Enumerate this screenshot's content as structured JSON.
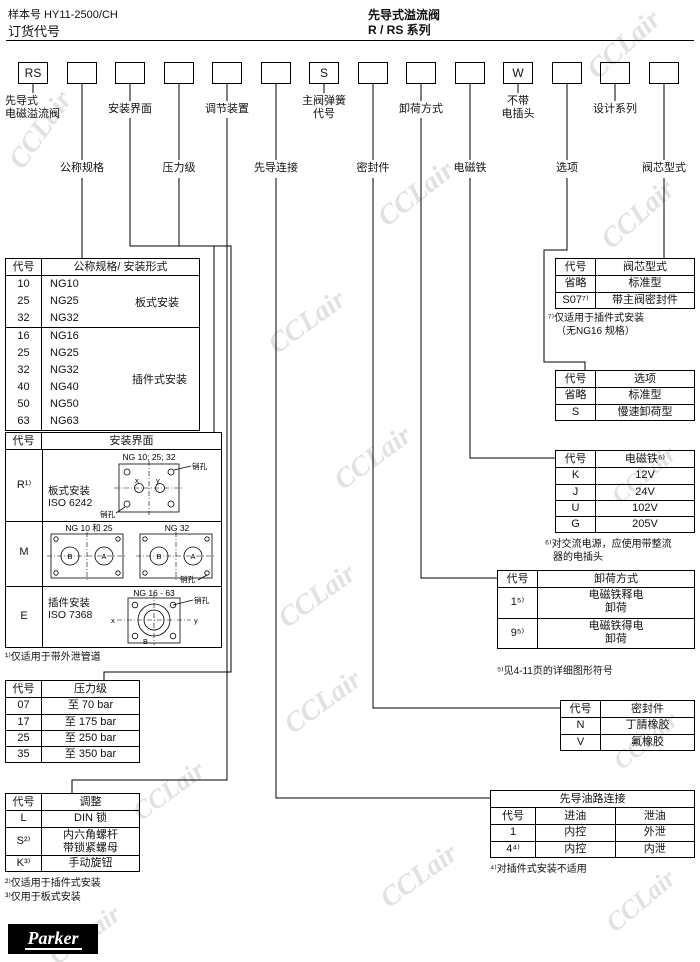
{
  "header": {
    "catalog_no": "样本号 HY11-2500/CH",
    "doc_title": "订货代号",
    "product_title": "先导式溢流阀",
    "series_title": "R / RS 系列"
  },
  "watermark": {
    "text": "CCLair"
  },
  "logo": {
    "text": "Parker"
  },
  "code_boxes": [
    {
      "value": "RS"
    },
    {
      "value": ""
    },
    {
      "value": ""
    },
    {
      "value": ""
    },
    {
      "value": ""
    },
    {
      "value": ""
    },
    {
      "value": "S"
    },
    {
      "value": ""
    },
    {
      "value": ""
    },
    {
      "value": ""
    },
    {
      "value": "W"
    },
    {
      "value": ""
    },
    {
      "value": ""
    },
    {
      "value": ""
    }
  ],
  "field_labels": {
    "pilot_line1": "先导式",
    "pilot_line2": "电磁溢流阀",
    "size": "公称规格",
    "mount": "安装界面",
    "pressure": "压力级",
    "adjust": "调节装置",
    "pilot_conn": "先导连接",
    "spring_line1": "主阀弹簧",
    "spring_line2": "代号",
    "seal": "密封件",
    "vent": "卸荷方式",
    "solenoid": "电磁铁",
    "noplug_line1": "不带",
    "noplug_line2": "电插头",
    "option": "选项",
    "design": "设计系列",
    "spool": "阀芯型式"
  },
  "size_table": {
    "h_code": "代号",
    "h_spec": "公称规格/ 安装形式",
    "group1": {
      "label": "板式安装",
      "rows": [
        [
          "10",
          "NG10"
        ],
        [
          "25",
          "NG25"
        ],
        [
          "32",
          "NG32"
        ]
      ]
    },
    "group2": {
      "label": "插件式安装",
      "rows": [
        [
          "16",
          "NG16"
        ],
        [
          "25",
          "NG25"
        ],
        [
          "32",
          "NG32"
        ],
        [
          "40",
          "NG40"
        ],
        [
          "50",
          "NG50"
        ],
        [
          "63",
          "NG63"
        ]
      ]
    }
  },
  "mount_table": {
    "h_code": "代号",
    "h_title": "安装界面",
    "row_r": {
      "code": "R¹⁾",
      "text1": "板式安装",
      "text2": "ISO 6242",
      "diagram_label": "NG 10; 25; 32"
    },
    "row_m": {
      "code": "M",
      "diagram1_label": "NG 10 和 25",
      "diagram2_label": "NG 32"
    },
    "row_e": {
      "code": "E",
      "text1": "插件安装",
      "text2": "ISO 7368",
      "diagram_label": "NG 16 - 63"
    },
    "pin_hole": "销孔",
    "port_x": "x",
    "port_y": "y",
    "port_a": "A",
    "port_b": "B",
    "footnote": "¹⁾仅适用于带外泄管道"
  },
  "pressure_table": {
    "h_code": "代号",
    "h_title": "压力级",
    "rows": [
      [
        "07",
        "至 70 bar"
      ],
      [
        "17",
        "至 175 bar"
      ],
      [
        "25",
        "至 250 bar"
      ],
      [
        "35",
        "至 350 bar"
      ]
    ]
  },
  "adjust_table": {
    "h_code": "代号",
    "h_title": "调整",
    "row1": {
      "code": "L",
      "text": "DIN 锁"
    },
    "row2": {
      "code": "S²⁾",
      "line1": "内六角螺杆",
      "line2": "带锁紧螺母"
    },
    "row3": {
      "code": "K³⁾",
      "text": "手动旋钮"
    },
    "footnote2": "²⁾仅适用于插件式安装",
    "footnote3": "³⁾仅用于板式安装"
  },
  "pilot_table": {
    "title": "先导油路连接",
    "h_code": "代号",
    "h_in": "进油",
    "h_drain": "泄油",
    "rows": [
      [
        "1",
        "内控",
        "外泄"
      ],
      [
        "4⁴⁾",
        "内控",
        "内泄"
      ]
    ],
    "footnote": "⁴⁾对插件式安装不适用"
  },
  "seal_table": {
    "h_code": "代号",
    "h_title": "密封件",
    "rows": [
      [
        "N",
        "丁腈橡胶"
      ],
      [
        "V",
        "氟橡胶"
      ]
    ]
  },
  "vent_table": {
    "h_code": "代号",
    "h_title": "卸荷方式",
    "row1": {
      "code": "1⁵⁾",
      "line1": "电磁铁释电",
      "line2": "卸荷"
    },
    "row2": {
      "code": "9⁵⁾",
      "line1": "电磁铁得电",
      "line2": "卸荷"
    },
    "footnote": "⁵⁾见4-11页的详细图形符号"
  },
  "solenoid_table": {
    "h_code": "代号",
    "h_title": "电磁铁⁶⁾",
    "rows": [
      [
        "K",
        "12V"
      ],
      [
        "J",
        "24V"
      ],
      [
        "U",
        "102V"
      ],
      [
        "G",
        "205V"
      ]
    ],
    "footnote_line1": "⁶⁾对交流电源，应使用带整流",
    "footnote_line2": "器的电插头"
  },
  "option_table": {
    "h_code": "代号",
    "h_title": "选项",
    "rows": [
      [
        "省略",
        "标准型"
      ],
      [
        "S",
        "慢速卸荷型"
      ]
    ]
  },
  "spool_table": {
    "h_code": "代号",
    "h_title": "阀芯型式",
    "rows": [
      [
        "省略",
        "标准型"
      ],
      [
        "S07⁷⁾",
        "带主阀密封件"
      ]
    ],
    "footnote_line1": "⁷⁾仅适用于插件式安装",
    "footnote_line2": "（无NG16 规格）"
  }
}
